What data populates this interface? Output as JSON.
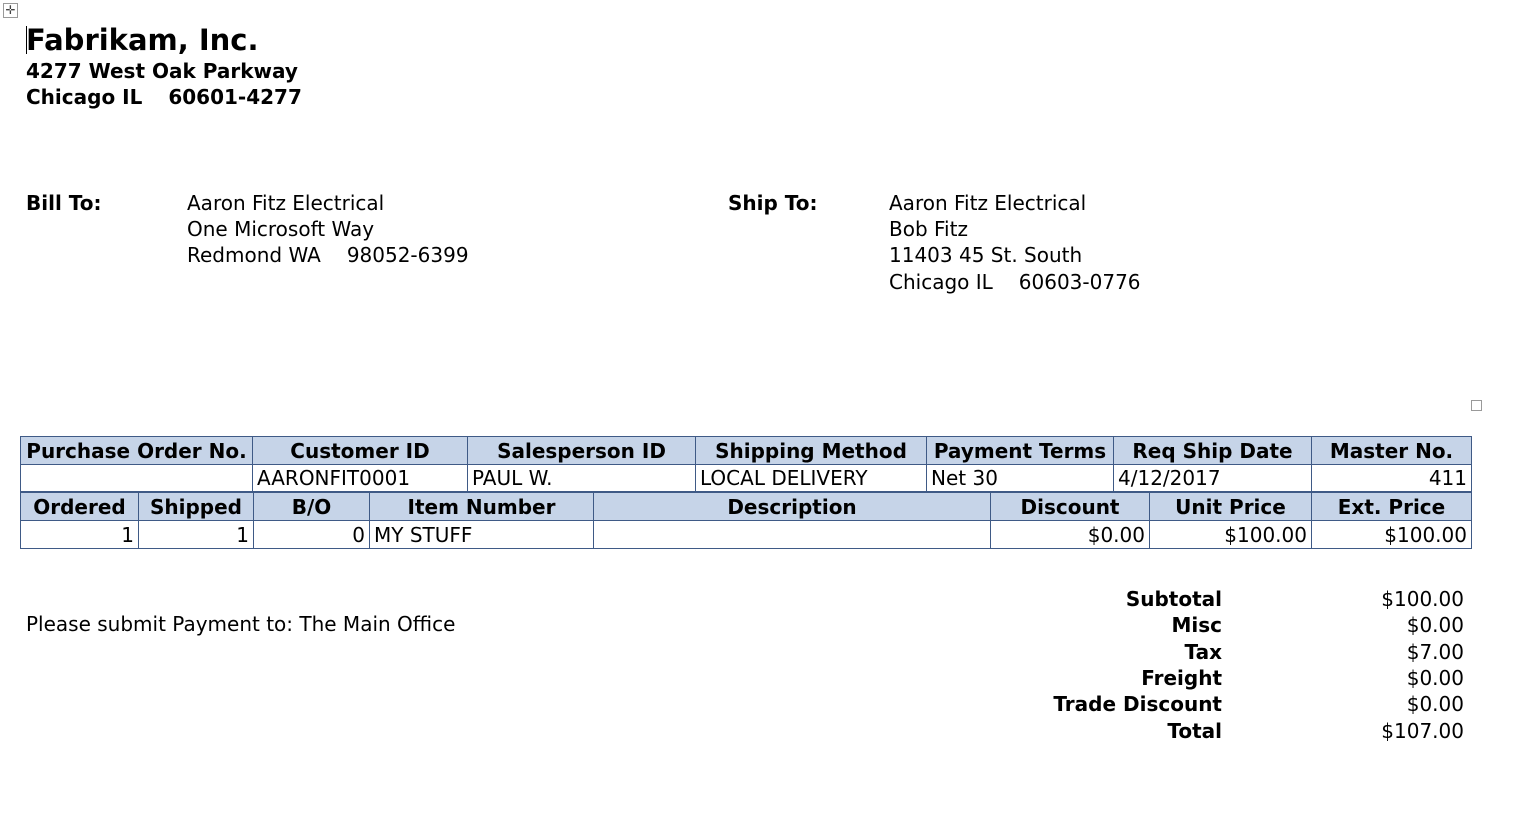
{
  "company": {
    "name": "Fabrikam, Inc.",
    "street": "4277 West Oak Parkway",
    "city_state": "Chicago IL",
    "zip": "60601-4277"
  },
  "bill_to": {
    "label": "Bill To:",
    "name": "Aaron Fitz Electrical",
    "street": "One Microsoft Way",
    "city_state": "Redmond WA",
    "zip": "98052-6399"
  },
  "ship_to": {
    "label": "Ship To:",
    "name": "Aaron Fitz Electrical",
    "contact": "Bob Fitz",
    "street": "11403 45 St. South",
    "city_state": "Chicago IL",
    "zip": "60603-0776"
  },
  "order_header": {
    "headers": [
      "Purchase Order No.",
      "Customer ID",
      "Salesperson ID",
      "Shipping Method",
      "Payment Terms",
      "Req Ship Date",
      "Master No."
    ],
    "values": [
      "",
      "AARONFIT0001",
      "PAUL W.",
      "LOCAL DELIVERY",
      "Net 30",
      "4/12/2017",
      "411"
    ]
  },
  "line_items": {
    "headers": [
      "Ordered",
      "Shipped",
      "B/O",
      "Item Number",
      "Description",
      "Discount",
      "Unit Price",
      "Ext. Price"
    ],
    "rows": [
      [
        "1",
        "1",
        "0",
        "MY STUFF",
        "",
        "$0.00",
        "$100.00",
        "$100.00"
      ]
    ]
  },
  "payment_note": "Please submit Payment to: The Main Office",
  "totals": [
    {
      "label": "Subtotal",
      "value": "$100.00"
    },
    {
      "label": "Misc",
      "value": "$0.00"
    },
    {
      "label": "Tax",
      "value": "$7.00"
    },
    {
      "label": "Freight",
      "value": "$0.00"
    },
    {
      "label": "Trade Discount",
      "value": "$0.00"
    },
    {
      "label": "Total",
      "value": "$107.00"
    }
  ],
  "icons": {
    "table_move_handle": "move-cross-icon",
    "table_resize_handle": "resize-square-icon"
  }
}
